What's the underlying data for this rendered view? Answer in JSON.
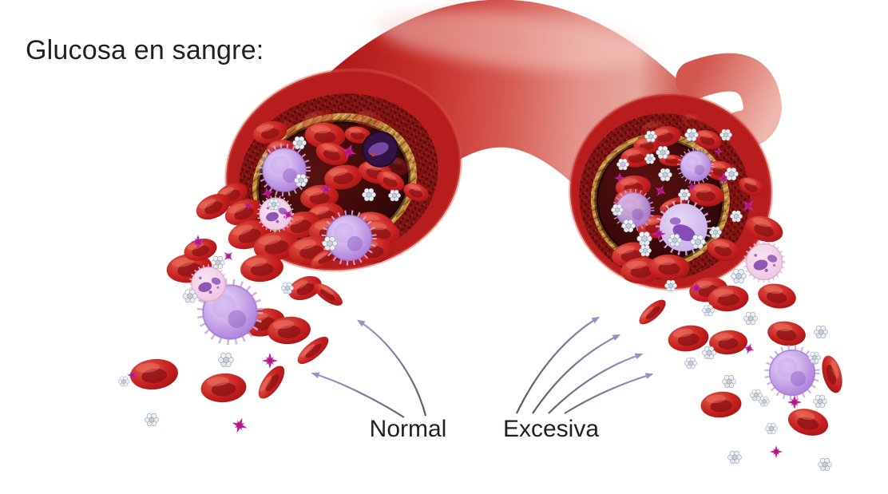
{
  "title": "Glucosa en sangre:",
  "labels": {
    "normal": "Normal",
    "excessive": "Excesiva"
  },
  "colors": {
    "text_dark": "#231f20",
    "arrow_lavender": "#9094c4",
    "vessel_red": "#b71d1d",
    "vessel_wall_dark": "#7c1212",
    "vessel_lining_gold": "#c08d3f",
    "lumen_dark": "#2a0505",
    "rbc_red": "#c01d1f",
    "wbc_purple": "#a678d2",
    "platelet_magenta": "#bf2597",
    "glucose_gray": "#d9dde3"
  },
  "figure": {
    "arrows": {
      "normal": [
        "M 533 521 C 520 470 485 425 449 402",
        "M 506 523 C 470 500 425 478 392 468"
      ],
      "excessive": [
        "M 647 518 C 676 458 713 420 749 398",
        "M 667 518 C 702 466 739 438 775 420",
        "M 687 518 C 727 478 767 456 803 444",
        "M 707 518 C 746 494 783 479 816 469"
      ]
    },
    "cells": {
      "left_vessel": [
        [
          "rbc",
          398,
          152,
          -10,
          0.68,
          0.68,
          0.35
        ],
        [
          "rbc",
          462,
          150,
          12,
          0.6,
          0.6,
          0.3
        ],
        [
          "rbc",
          357,
          162,
          0,
          0.5,
          0.5,
          0.3
        ],
        [
          "rbc",
          497,
          208,
          18,
          0.55,
          0.55,
          0.35
        ],
        [
          "rbc",
          338,
          166,
          -12,
          0.72
        ],
        [
          "rbc",
          352,
          187,
          -6,
          0.62
        ],
        [
          "rbc",
          407,
          170,
          4,
          0.85
        ],
        [
          "rbc",
          416,
          193,
          18,
          0.7
        ],
        [
          "rbc",
          448,
          169,
          8,
          0.55
        ],
        [
          "rbc",
          430,
          222,
          -8,
          0.8
        ],
        [
          "rbc",
          470,
          216,
          14,
          0.72
        ],
        [
          "rbc",
          489,
          227,
          24,
          0.6
        ],
        [
          "rbc",
          400,
          247,
          -6,
          0.8
        ],
        [
          "rbc",
          407,
          270,
          -12,
          0.8
        ],
        [
          "rbc",
          376,
          282,
          -16,
          0.85
        ],
        [
          "rbc",
          414,
          290,
          -4,
          0.9
        ],
        [
          "rbc",
          468,
          282,
          10,
          0.85
        ],
        [
          "rbc",
          521,
          241,
          22,
          0.55
        ],
        [
          "rbc",
          290,
          244,
          -25,
          0.7
        ],
        [
          "rbc",
          305,
          266,
          -20,
          0.8
        ],
        [
          "rbc",
          312,
          294,
          -18,
          0.9
        ],
        [
          "rbc",
          346,
          308,
          -10,
          0.95
        ],
        [
          "rbc",
          390,
          314,
          -8,
          0.95
        ],
        [
          "rbc",
          408,
          323,
          -30,
          0.7,
          0.5
        ],
        [
          "rbc",
          477,
          291,
          8,
          0.8
        ],
        [
          "rbc",
          467,
          314,
          -5,
          0.85
        ],
        [
          "wbc",
          356,
          213,
          0,
          1.0
        ],
        [
          "wbc",
          437,
          298,
          0,
          1.05
        ],
        [
          "wbc2",
          345,
          268,
          0,
          0.8
        ],
        [
          "wbcd",
          476,
          187,
          0,
          0.95
        ],
        [
          "plt",
          437,
          190,
          20,
          1.0
        ],
        [
          "plt",
          408,
          237,
          0,
          0.8
        ],
        [
          "plt",
          335,
          242,
          -15,
          0.8
        ],
        [
          "plt",
          361,
          269,
          30,
          0.7
        ],
        [
          "plt",
          311,
          257,
          0,
          0.6
        ],
        [
          "glu",
          375,
          179,
          0,
          1.0
        ],
        [
          "glu",
          377,
          226,
          0,
          1.0
        ],
        [
          "glu",
          462,
          244,
          0,
          1.0
        ],
        [
          "glu",
          494,
          245,
          0,
          0.9
        ],
        [
          "glu",
          413,
          305,
          0,
          1.1
        ],
        [
          "glu",
          343,
          256,
          0,
          0.9
        ]
      ],
      "left_field": [
        [
          "rbc",
          267,
          259,
          -25,
          0.75
        ],
        [
          "rbc",
          237,
          336,
          -8,
          0.95
        ],
        [
          "rbc",
          251,
          313,
          -15,
          0.7
        ],
        [
          "rbc",
          328,
          336,
          -6,
          0.9
        ],
        [
          "rbc",
          382,
          361,
          -22,
          0.72
        ],
        [
          "rbc",
          411,
          369,
          35,
          0.7,
          0.45
        ],
        [
          "rbc",
          330,
          404,
          -12,
          0.9
        ],
        [
          "rbc",
          362,
          414,
          -5,
          0.9
        ],
        [
          "rbc",
          392,
          439,
          -40,
          0.8,
          0.5
        ],
        [
          "rbc",
          193,
          469,
          -6,
          1.0
        ],
        [
          "rbc",
          280,
          486,
          -4,
          0.95
        ],
        [
          "rbc",
          340,
          479,
          -55,
          0.8,
          0.55
        ],
        [
          "wbc",
          288,
          391,
          0,
          1.25
        ],
        [
          "wbc2",
          261,
          356,
          0,
          0.85
        ],
        [
          "plt",
          248,
          303,
          0,
          0.9
        ],
        [
          "plt",
          286,
          321,
          45,
          0.7
        ],
        [
          "plt",
          338,
          452,
          0,
          1.0
        ],
        [
          "plt",
          300,
          533,
          20,
          1.0
        ],
        [
          "plt",
          166,
          470,
          0,
          0.7
        ],
        [
          "glu",
          273,
          329,
          0,
          1.0
        ],
        [
          "glu",
          238,
          371,
          0,
          1.05
        ],
        [
          "glu",
          360,
          361,
          0,
          0.9
        ],
        [
          "glu",
          283,
          451,
          0,
          1.1
        ],
        [
          "glu",
          190,
          526,
          0,
          1.0
        ],
        [
          "glu",
          155,
          478,
          0,
          0.8
        ]
      ],
      "right_vessel": [
        [
          "rbc",
          820,
          162,
          0,
          0.55,
          0.55,
          0.35
        ],
        [
          "rbc",
          868,
          152,
          10,
          0.5,
          0.5,
          0.3
        ],
        [
          "rbc",
          833,
          171,
          -10,
          0.66
        ],
        [
          "rbc",
          810,
          182,
          -5,
          0.56
        ],
        [
          "rbc",
          886,
          175,
          16,
          0.6
        ],
        [
          "rbc",
          797,
          197,
          -5,
          0.66
        ],
        [
          "rbc",
          841,
          201,
          4,
          0.52,
          0.38
        ],
        [
          "rbc",
          902,
          214,
          10,
          0.64
        ],
        [
          "rbc",
          793,
          234,
          -5,
          0.74
        ],
        [
          "rbc",
          789,
          249,
          -10,
          0.66
        ],
        [
          "rbc",
          884,
          244,
          6,
          0.76
        ],
        [
          "rbc",
          843,
          257,
          -22,
          0.6,
          0.42
        ],
        [
          "rbc",
          820,
          284,
          -5,
          0.76
        ],
        [
          "rbc",
          941,
          234,
          24,
          0.55
        ],
        [
          "rbc",
          790,
          319,
          -10,
          0.8
        ],
        [
          "rbc",
          803,
          339,
          -4,
          0.85
        ],
        [
          "rbc",
          838,
          335,
          2,
          0.85
        ],
        [
          "rbc",
          906,
          313,
          14,
          0.7
        ],
        [
          "rbc",
          964,
          284,
          32,
          0.55,
          0.4
        ],
        [
          "wbc",
          871,
          208,
          0,
          0.7
        ],
        [
          "wbc",
          793,
          263,
          0,
          0.8,
          0.8,
          0.9
        ],
        [
          "wbc3",
          856,
          285,
          0,
          1.15
        ],
        [
          "plt",
          906,
          224,
          0,
          0.8
        ],
        [
          "plt",
          776,
          223,
          0,
          0.7
        ],
        [
          "plt",
          827,
          239,
          30,
          0.8
        ],
        [
          "plt",
          866,
          234,
          0,
          0.6
        ],
        [
          "plt",
          825,
          293,
          0,
          0.9
        ],
        [
          "plt",
          937,
          258,
          45,
          0.9
        ],
        [
          "plt",
          900,
          190,
          0,
          0.6
        ],
        [
          "glu",
          815,
          171,
          0,
          0.9
        ],
        [
          "glu",
          866,
          169,
          0,
          1.0
        ],
        [
          "glu",
          909,
          169,
          0,
          0.9
        ],
        [
          "glu",
          830,
          191,
          0,
          1.0
        ],
        [
          "glu",
          814,
          199,
          0,
          0.8
        ],
        [
          "glu",
          780,
          206,
          0,
          0.9
        ],
        [
          "glu",
          833,
          219,
          0,
          1.0
        ],
        [
          "glu",
          857,
          244,
          0,
          0.9
        ],
        [
          "glu",
          916,
          218,
          0,
          1.0
        ],
        [
          "glu",
          773,
          263,
          0,
          0.9
        ],
        [
          "glu",
          787,
          283,
          0,
          1.0
        ],
        [
          "glu",
          807,
          299,
          0,
          1.1
        ],
        [
          "glu",
          845,
          301,
          0,
          1.0
        ],
        [
          "glu",
          874,
          303,
          0,
          1.1
        ],
        [
          "glu",
          896,
          291,
          0,
          0.9
        ],
        [
          "glu",
          922,
          271,
          0,
          0.9
        ]
      ],
      "right_field": [
        [
          "rbc",
          957,
          287,
          18,
          0.8
        ],
        [
          "rbc",
          887,
          363,
          -10,
          0.8
        ],
        [
          "rbc",
          912,
          374,
          -4,
          0.85
        ],
        [
          "rbc",
          973,
          371,
          10,
          0.8
        ],
        [
          "rbc",
          817,
          391,
          -42,
          0.7,
          0.45
        ],
        [
          "rbc",
          862,
          424,
          -8,
          0.85
        ],
        [
          "rbc",
          912,
          429,
          -3,
          0.8
        ],
        [
          "rbc",
          985,
          418,
          8,
          0.8
        ],
        [
          "rbc",
          1042,
          469,
          75,
          0.8,
          0.6
        ],
        [
          "rbc",
          903,
          507,
          -5,
          0.85
        ],
        [
          "rbc",
          1012,
          529,
          14,
          0.85
        ],
        [
          "wbc",
          992,
          467,
          0,
          1.05
        ],
        [
          "wbc2",
          957,
          328,
          0,
          0.9
        ],
        [
          "plt",
          872,
          361,
          0,
          0.8
        ],
        [
          "plt",
          938,
          437,
          20,
          0.7
        ],
        [
          "plt",
          995,
          504,
          0,
          0.9
        ],
        [
          "plt",
          972,
          566,
          0,
          0.8
        ],
        [
          "glu",
          925,
          346,
          0,
          1.1
        ],
        [
          "glu",
          840,
          358,
          0,
          0.9
        ],
        [
          "glu",
          887,
          389,
          0,
          0.9
        ],
        [
          "glu",
          940,
          399,
          0,
          1.0
        ],
        [
          "glu",
          1028,
          416,
          0,
          1.0
        ],
        [
          "glu",
          888,
          442,
          0,
          1.0
        ],
        [
          "glu",
          865,
          455,
          0,
          0.9
        ],
        [
          "glu",
          913,
          478,
          0,
          1.0
        ],
        [
          "glu",
          947,
          495,
          0,
          0.9
        ],
        [
          "glu",
          957,
          503,
          0,
          0.8
        ],
        [
          "glu",
          1027,
          503,
          0,
          1.0
        ],
        [
          "glu",
          966,
          537,
          0,
          0.9
        ],
        [
          "glu",
          920,
          573,
          0,
          1.0
        ],
        [
          "glu",
          1033,
          582,
          0,
          1.0
        ],
        [
          "glu",
          808,
          314,
          0,
          0.9
        ],
        [
          "glu",
          1020,
          448,
          0,
          0.9
        ]
      ]
    }
  }
}
